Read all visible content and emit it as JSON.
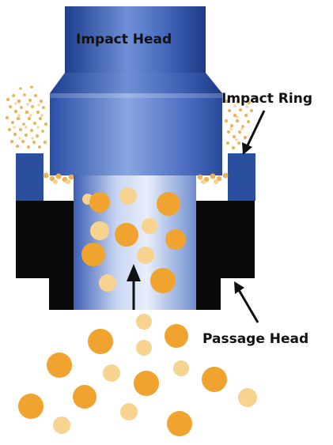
{
  "labels": {
    "impact_head": "Impact Head",
    "impact_ring": "Impact Ring",
    "passage_head": "Passage Head"
  },
  "colors": {
    "particle_dark": "#f0a32e",
    "particle_light": "#f6d38e",
    "steel_blue": "#3a5fb0",
    "ring_blue": "#2a4f9e",
    "housing_black": "#0a0a0a"
  }
}
